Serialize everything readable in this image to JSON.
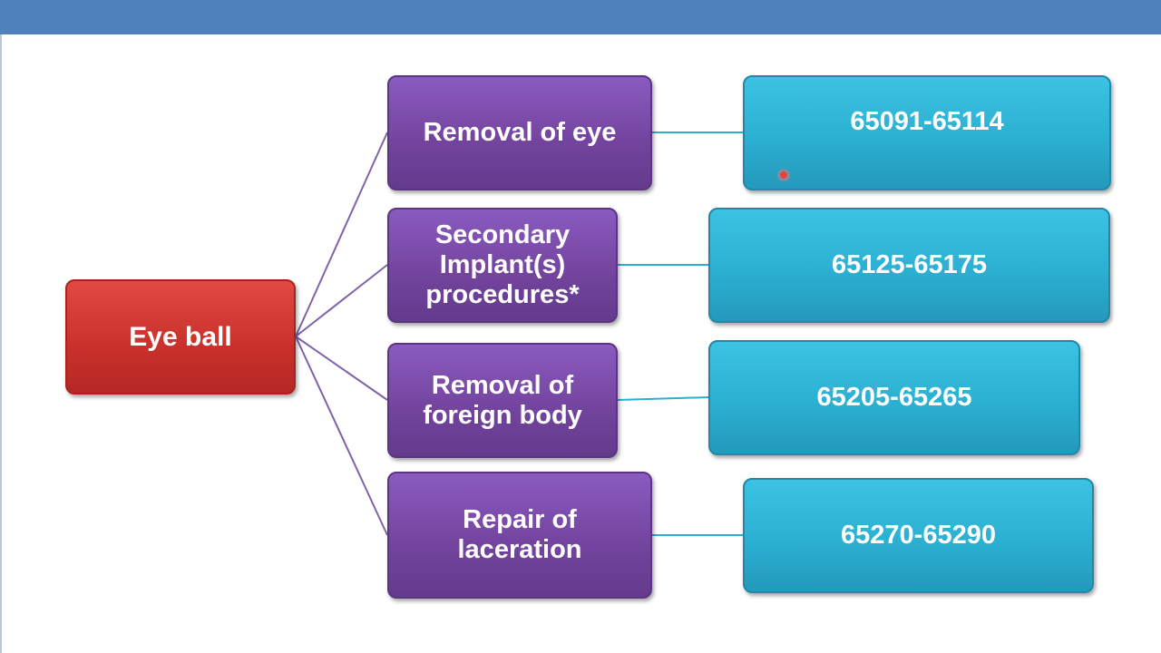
{
  "diagram": {
    "root": {
      "label": "Eye ball",
      "color": "#c9302b"
    },
    "branches": [
      {
        "category": [
          "Removal of eye"
        ],
        "codes": "65091-65114"
      },
      {
        "category": [
          "Secondary",
          "Implant(s)",
          "procedures*"
        ],
        "codes": "65125-65175"
      },
      {
        "category": [
          "Removal of",
          "foreign body"
        ],
        "codes": "65205-65265"
      },
      {
        "category": [
          "Repair of",
          "laceration"
        ],
        "codes": "65270-65290"
      }
    ],
    "colors": {
      "header_bar": "#4f81bd",
      "category_box": "#74459f",
      "code_box": "#2bb0d2",
      "connector": "#7f63a8"
    }
  }
}
